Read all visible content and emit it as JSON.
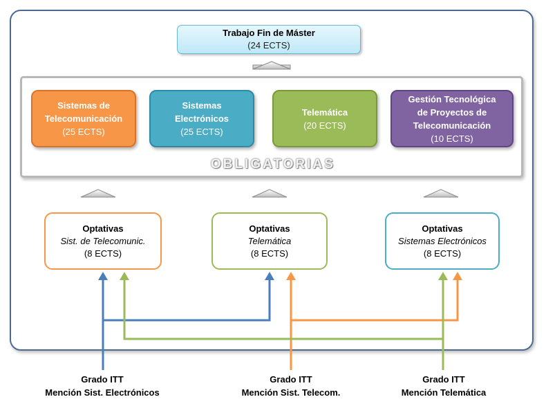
{
  "trabajo_fin": {
    "title": "Trabajo Fin de Máster",
    "ects": "(24 ECTS)"
  },
  "obligatorias": {
    "label": "OBLIGATORIAS",
    "modules": [
      {
        "line1": "Sistemas de",
        "line2": "Telecomunicación",
        "ects": "(25 ECTS)",
        "color": "#f79646"
      },
      {
        "line1": "Sistemas",
        "line2": "Electrónicos",
        "ects": "(25 ECTS)",
        "color": "#4bacc6"
      },
      {
        "line1": "Telemática",
        "ects": "(20 ECTS)",
        "color": "#9bbb59"
      },
      {
        "line1": "Gestión Tecnológica",
        "line2": "de Proyectos de",
        "line3": "Telecomunicación",
        "ects": "(10 ECTS)",
        "color": "#8064a2"
      }
    ]
  },
  "optativas": [
    {
      "title": "Optativas",
      "subject": "Sist. de Telecomunic.",
      "ects": "(8 ECTS)",
      "color": "#f79646"
    },
    {
      "title": "Optativas",
      "subject": "Telemática",
      "ects": "(8 ECTS)",
      "color": "#9bbb59"
    },
    {
      "title": "Optativas",
      "subject": "Sistemas Electrónicos",
      "ects": "(8 ECTS)",
      "color": "#4bacc6"
    }
  ],
  "grados": [
    {
      "line1": "Grado ITT",
      "line2": "Mención Sist. Electrónicos",
      "color": "#4a7ebb"
    },
    {
      "line1": "Grado ITT",
      "line2": "Mención Sist. Telecom.",
      "color": "#f79646"
    },
    {
      "line1": "Grado ITT",
      "line2": "Mención Telemática",
      "color": "#9bbb59"
    }
  ]
}
